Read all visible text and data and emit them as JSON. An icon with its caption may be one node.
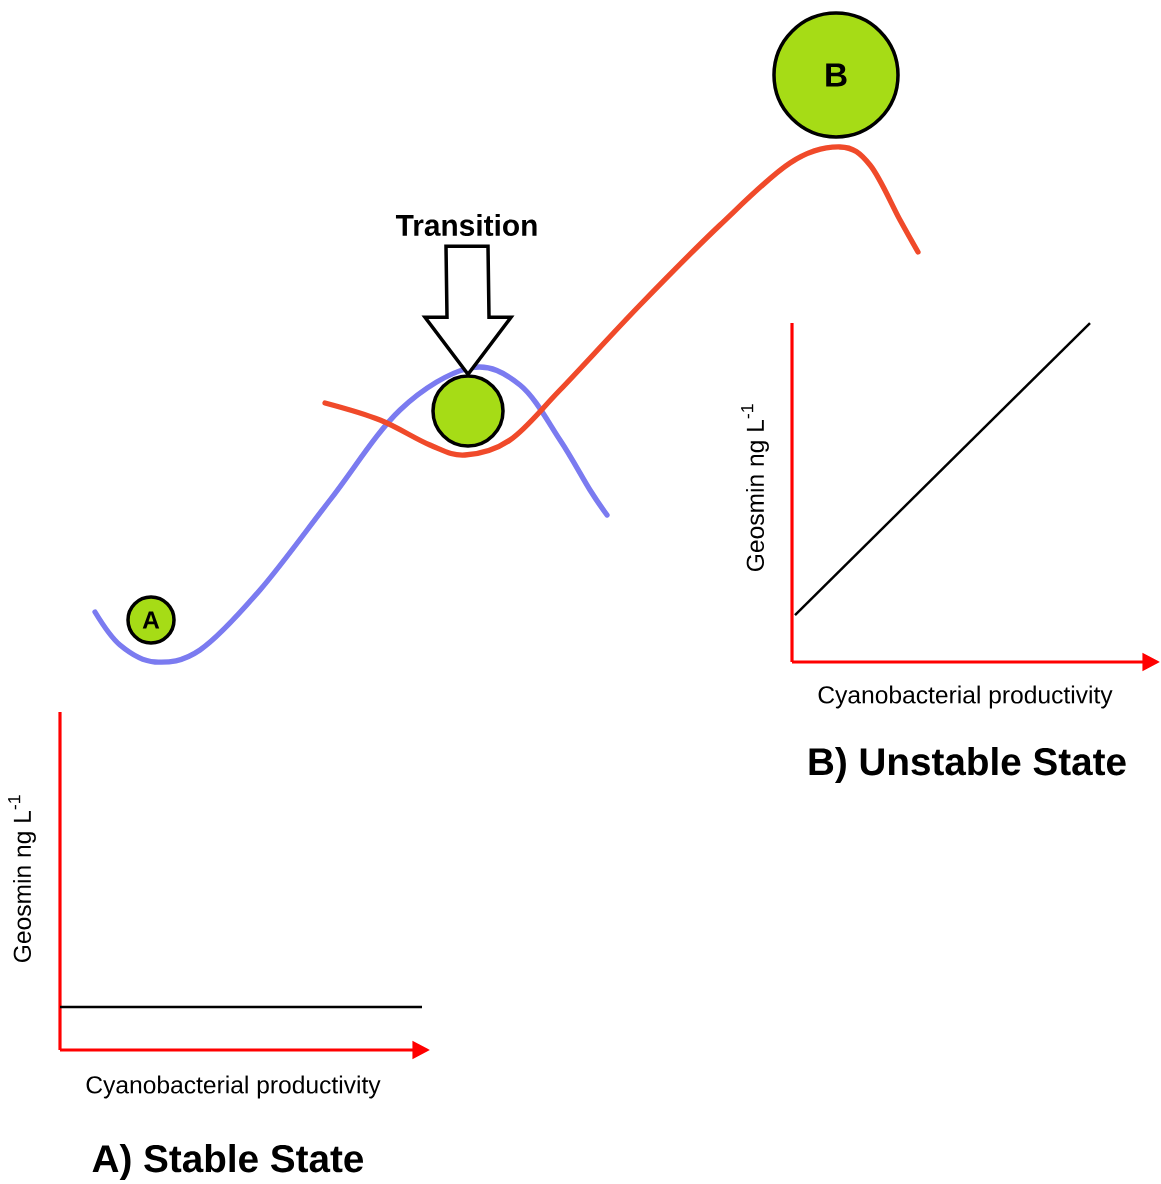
{
  "diagram": {
    "nodes": [
      {
        "text": [
          "B"
        ]
      },
      {
        "text": [
          "Transition"
        ]
      },
      {
        "text": [],
        "shape": "circle"
      },
      {
        "text": [
          "A"
        ]
      }
    ],
    "edges": [
      {
        "from": 1,
        "to": 2,
        "arrow": "to"
      }
    ],
    "labels": [
      "Geosmin ng L$^{-1}$",
      "Cyanobacterial productivity",
      "B) Unstable State",
      "Geosmin ng L$^{-1}$",
      "Cyanobacterial productivity",
      "A) Stable State"
    ]
  }
}
